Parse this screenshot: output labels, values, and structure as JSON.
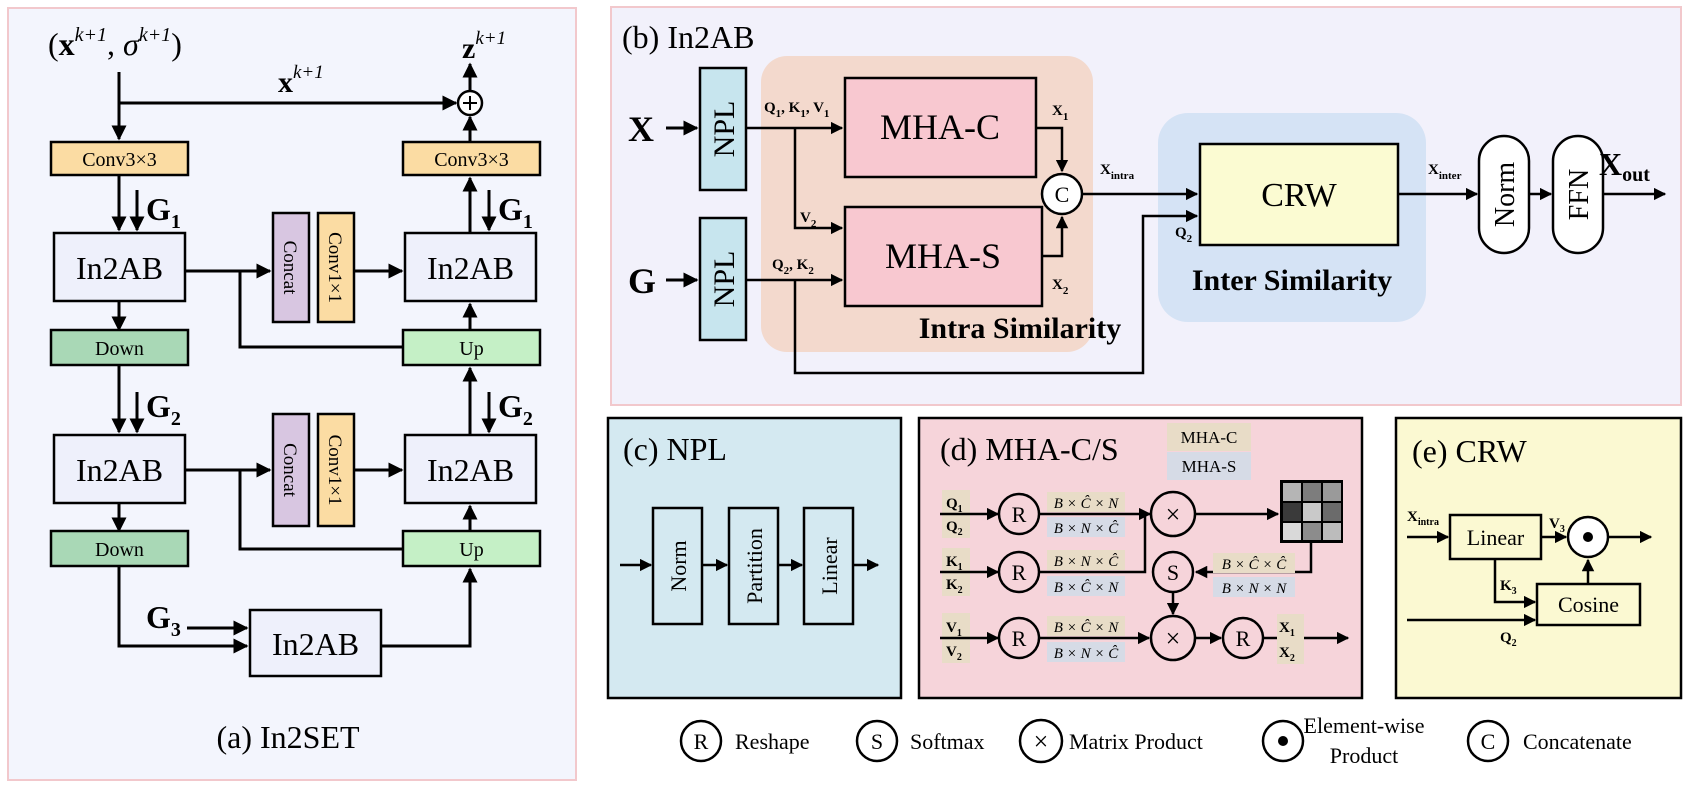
{
  "colors": {
    "panel_a_bg": "#f3f5fd",
    "panel_b_bg": "#f2f1fb",
    "panel_c_bg": "#d4e9f1",
    "panel_d_bg": "#f6d4da",
    "panel_e_bg": "#fbf9d2",
    "conv": "#fbdca3",
    "in2ab": "#eef0fb",
    "down": "#a9d8b6",
    "up": "#c5f0c6",
    "concat": "#d8c6e1",
    "npl": "#c7e5ee",
    "mha": "#f8c8d0",
    "intra_region": "#f3d9cd",
    "inter_region": "#d5e3f5",
    "crw": "#fbfbd2",
    "tag_c": "#e8dcc7",
    "tag_s": "#d6dbe6"
  },
  "panel_a": {
    "caption": "(a) In2SET",
    "input_label": "(x^{k+1}, σ^{k+1})",
    "skip_label": "x^{k+1}",
    "output_label": "z^{k+1}",
    "conv_label": "Conv3×3",
    "in2ab_label": "In2AB",
    "down_label": "Down",
    "up_label": "Up",
    "concat_label": "Concat",
    "conv1_label": "Conv1×1",
    "g1": "G",
    "g1_sub": "1",
    "g2": "G",
    "g2_sub": "2",
    "g3": "G",
    "g3_sub": "3"
  },
  "panel_b": {
    "title": "(b) In2AB",
    "x_label": "X",
    "g_label": "G",
    "npl_label": "NPL",
    "mha_c_label": "MHA-C",
    "mha_s_label": "MHA-S",
    "qkv1_label": "Q1, K1, V1",
    "v2_label": "V2",
    "qk2_label": "Q2, K2",
    "x1_label": "X1",
    "x2_label": "X2",
    "concat_symbol": "C",
    "intra_label": "Intra Similarity",
    "inter_label": "Inter Similarity",
    "x_intra_label": "Xintra",
    "q2_label": "Q2",
    "crw_label": "CRW",
    "x_inter_label": "Xinter",
    "norm_label": "Norm",
    "ffn_label": "FFN",
    "x_out_label": "Xout"
  },
  "panel_c": {
    "title": "(c) NPL",
    "blocks": [
      "Norm",
      "Partition",
      "Linear"
    ]
  },
  "panel_d": {
    "title": "(d) MHA-C/S",
    "tag_c": "MHA-C",
    "tag_s": "MHA-S",
    "reshape_symbol": "R",
    "softmax_symbol": "S",
    "matmul_symbol": "×",
    "dim_bcn": "B × Ĉ × N",
    "dim_bnc": "B × N × Ĉ",
    "dim_bcc": "B × Ĉ × Ĉ",
    "dim_bnn": "B × N × N"
  },
  "panel_e": {
    "title": "(e) CRW",
    "linear_label": "Linear",
    "cosine_label": "Cosine",
    "x_intra_label": "Xintra",
    "v3_label": "V3",
    "k3_label": "K3",
    "q2_label": "Q2"
  },
  "legend": {
    "reshape_symbol": "R",
    "reshape_label": "Reshape",
    "softmax_symbol": "S",
    "softmax_label": "Softmax",
    "matmul_symbol": "×",
    "matmul_label": "Matrix Product",
    "elementwise_label_1": "Element-wise",
    "elementwise_label_2": "Product",
    "concat_symbol": "C",
    "concat_label": "Concatenate"
  }
}
